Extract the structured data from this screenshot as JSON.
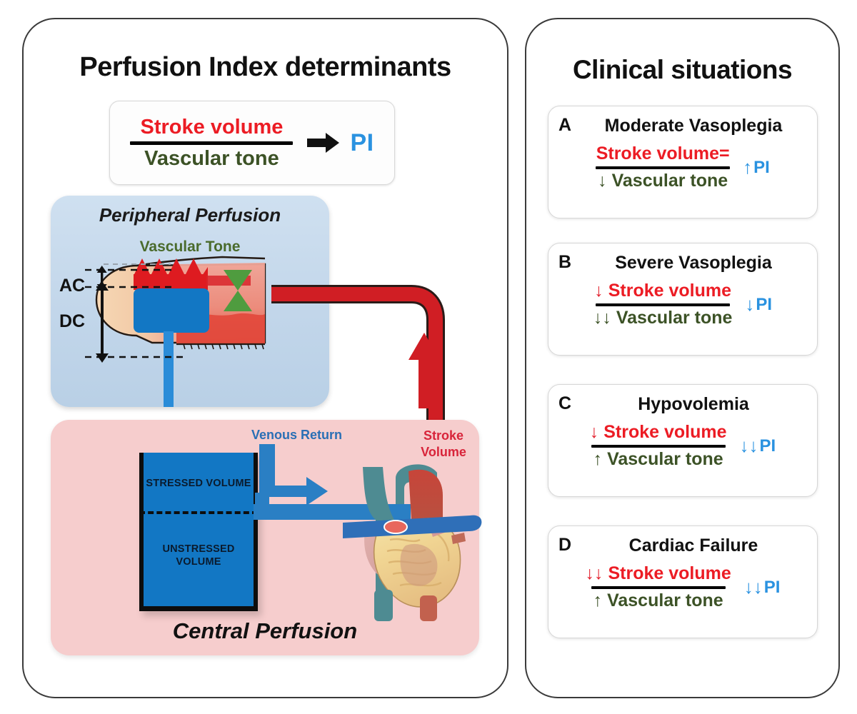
{
  "left_panel": {
    "title": "Perfusion Index determinants",
    "formula": {
      "numerator": "Stroke volume",
      "denominator": "Vascular tone",
      "arrow_icon": "right-arrow-icon",
      "result": "PI"
    },
    "peripheral": {
      "label": "Peripheral Perfusion",
      "vascular_tone_label": "Vascular Tone",
      "ac_label": "AC",
      "dc_label": "DC"
    },
    "central": {
      "label": "Central Perfusion",
      "venous_return_label": "Venous Return",
      "stroke_volume_label": "Stroke\nVolume",
      "stroke_volume_label_line1": "Stroke",
      "stroke_volume_label_line2": "Volume",
      "stressed_volume": "STRESSED VOLUME",
      "unstressed_volume_line1": "UNSTRESSED",
      "unstressed_volume_line2": "VOLUME"
    }
  },
  "right_panel": {
    "title": "Clinical situations",
    "cases": [
      {
        "letter": "A",
        "title": "Moderate Vasoplegia",
        "numerator_arrows": "",
        "numerator": "Stroke volume",
        "numerator_suffix": "=",
        "denominator_arrows": "↓",
        "denominator": "Vascular tone",
        "result_arrows": "↑",
        "result": "PI"
      },
      {
        "letter": "B",
        "title": "Severe Vasoplegia",
        "numerator_arrows": "↓",
        "numerator": "Stroke volume",
        "numerator_suffix": "",
        "denominator_arrows": "↓↓",
        "denominator": "Vascular tone",
        "result_arrows": "↓",
        "result": "PI"
      },
      {
        "letter": "C",
        "title": "Hypovolemia",
        "numerator_arrows": "↓",
        "numerator": "Stroke volume",
        "numerator_suffix": "",
        "denominator_arrows": "↑",
        "denominator": "Vascular tone",
        "result_arrows": "↓↓",
        "result": "PI"
      },
      {
        "letter": "D",
        "title": "Cardiac Failure",
        "numerator_arrows": "↓↓",
        "numerator": "Stroke volume",
        "numerator_suffix": "",
        "denominator_arrows": "↑",
        "denominator": "Vascular tone",
        "result_arrows": "↓↓",
        "result": "PI"
      }
    ]
  },
  "colors": {
    "stroke_volume_red": "#ec1c24",
    "vascular_tone_green": "#3c5226",
    "pi_blue": "#2a92e0",
    "peripheral_blue_bg": "#c2d6ea",
    "central_pink_bg": "#f6cdcd",
    "tank_blue": "#1277c4",
    "artery_red": "#d01e24",
    "vein_blue": "#2a7fc4"
  }
}
